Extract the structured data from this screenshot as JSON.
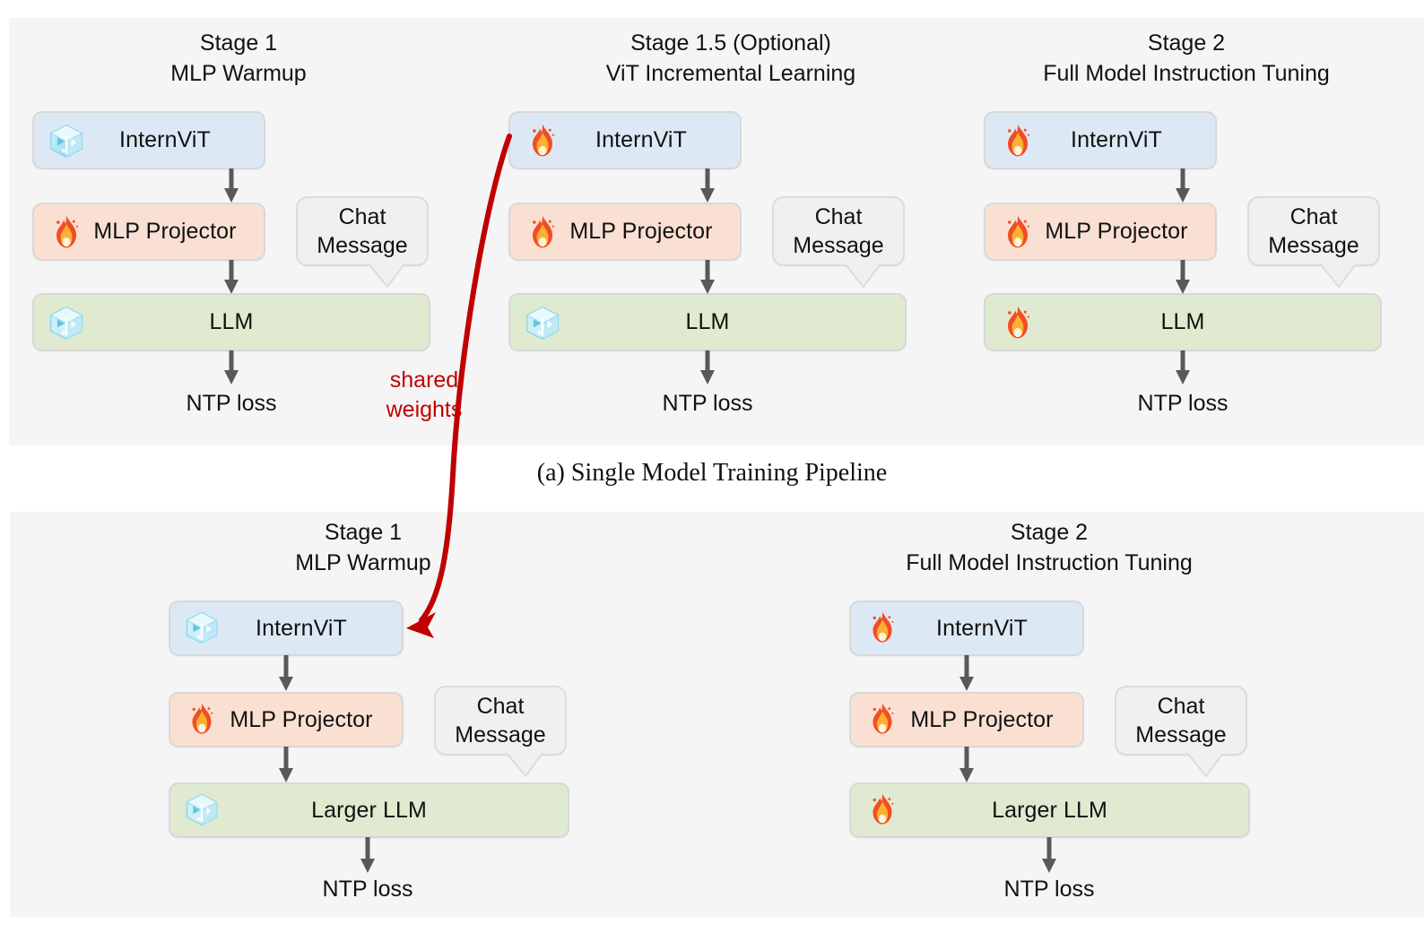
{
  "figure": {
    "caption_a": "(a) Single Model Training Pipeline",
    "shared_weights_label": "shared\nweights",
    "colors": {
      "panel_bg": "#f5f5f5",
      "vit_box": "#dde8f5",
      "mlp_box": "#fae0d2",
      "llm_box": "#dfead0",
      "bubble": "#f0f0f0",
      "arrow": "#595959",
      "shared_weights_red": "#c00000"
    }
  },
  "top_section": {
    "stages": [
      {
        "title": "Stage 1\nMLP Warmup",
        "vit": {
          "label": "InternViT",
          "state": "frozen",
          "state_icon": "ice-cube-icon"
        },
        "mlp": {
          "label": "MLP Projector",
          "state": "trainable",
          "state_icon": "fire-icon"
        },
        "llm": {
          "label": "LLM",
          "state": "frozen",
          "state_icon": "ice-cube-icon"
        },
        "bubble": "Chat\nMessage",
        "loss": "NTP loss"
      },
      {
        "title": "Stage 1.5 (Optional)\nViT Incremental Learning",
        "vit": {
          "label": "InternViT",
          "state": "trainable",
          "state_icon": "fire-icon"
        },
        "mlp": {
          "label": "MLP Projector",
          "state": "trainable",
          "state_icon": "fire-icon"
        },
        "llm": {
          "label": "LLM",
          "state": "frozen",
          "state_icon": "ice-cube-icon"
        },
        "bubble": "Chat\nMessage",
        "loss": "NTP loss"
      },
      {
        "title": "Stage 2\nFull Model Instruction Tuning",
        "vit": {
          "label": "InternViT",
          "state": "trainable",
          "state_icon": "fire-icon"
        },
        "mlp": {
          "label": "MLP Projector",
          "state": "trainable",
          "state_icon": "fire-icon"
        },
        "llm": {
          "label": "LLM",
          "state": "trainable",
          "state_icon": "fire-icon"
        },
        "bubble": "Chat\nMessage",
        "loss": "NTP loss"
      }
    ]
  },
  "bottom_section": {
    "stages": [
      {
        "title": "Stage 1\nMLP Warmup",
        "vit": {
          "label": "InternViT",
          "state": "frozen",
          "state_icon": "ice-cube-icon"
        },
        "mlp": {
          "label": "MLP Projector",
          "state": "trainable",
          "state_icon": "fire-icon"
        },
        "llm": {
          "label": "Larger LLM",
          "state": "frozen",
          "state_icon": "ice-cube-icon"
        },
        "bubble": "Chat\nMessage",
        "loss": "NTP loss"
      },
      {
        "title": "Stage 2\nFull Model Instruction Tuning",
        "vit": {
          "label": "InternViT",
          "state": "trainable",
          "state_icon": "fire-icon"
        },
        "mlp": {
          "label": "MLP Projector",
          "state": "trainable",
          "state_icon": "fire-icon"
        },
        "llm": {
          "label": "Larger LLM",
          "state": "trainable",
          "state_icon": "fire-icon"
        },
        "bubble": "Chat\nMessage",
        "loss": "NTP loss"
      }
    ]
  }
}
